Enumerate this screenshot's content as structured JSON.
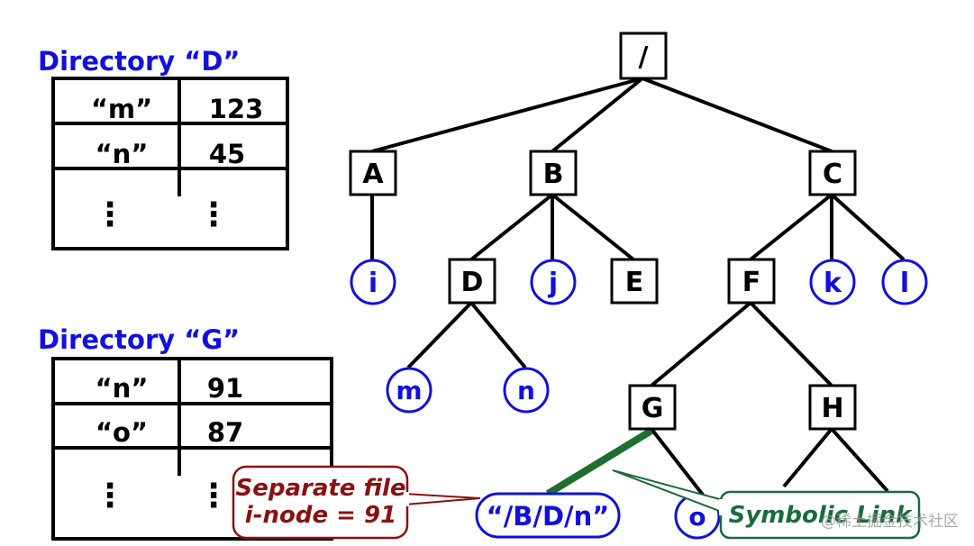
{
  "directories": [
    {
      "title": "Directory “D”",
      "rows": [
        {
          "name": "“m”",
          "inode": "123"
        },
        {
          "name": "“n”",
          "inode": "45"
        }
      ],
      "ellipsis": "⋮"
    },
    {
      "title": "Directory “G”",
      "rows": [
        {
          "name": "“n”",
          "inode": "91"
        },
        {
          "name": "“o”",
          "inode": "87"
        }
      ],
      "ellipsis": "⋮"
    }
  ],
  "tree": {
    "dirs": {
      "root": "/",
      "A": "A",
      "B": "B",
      "C": "C",
      "D": "D",
      "E": "E",
      "F": "F",
      "G": "G",
      "H": "H"
    },
    "files": {
      "i": "i",
      "j": "j",
      "k": "k",
      "l": "l",
      "m": "m",
      "n": "n",
      "o": "o"
    },
    "link_path": "“/B/D/n”"
  },
  "callouts": {
    "separate_file": [
      "Separate file",
      "i-node = 91"
    ],
    "symbolic_link": "Symbolic Link"
  },
  "watermark": "@稀土掘金技术社区",
  "colors": {
    "blue": "#1010e0",
    "dark_red": "#8b1010",
    "dark_green": "#1a6b3c",
    "link_green": "#1e6e2e",
    "black": "#000000"
  }
}
